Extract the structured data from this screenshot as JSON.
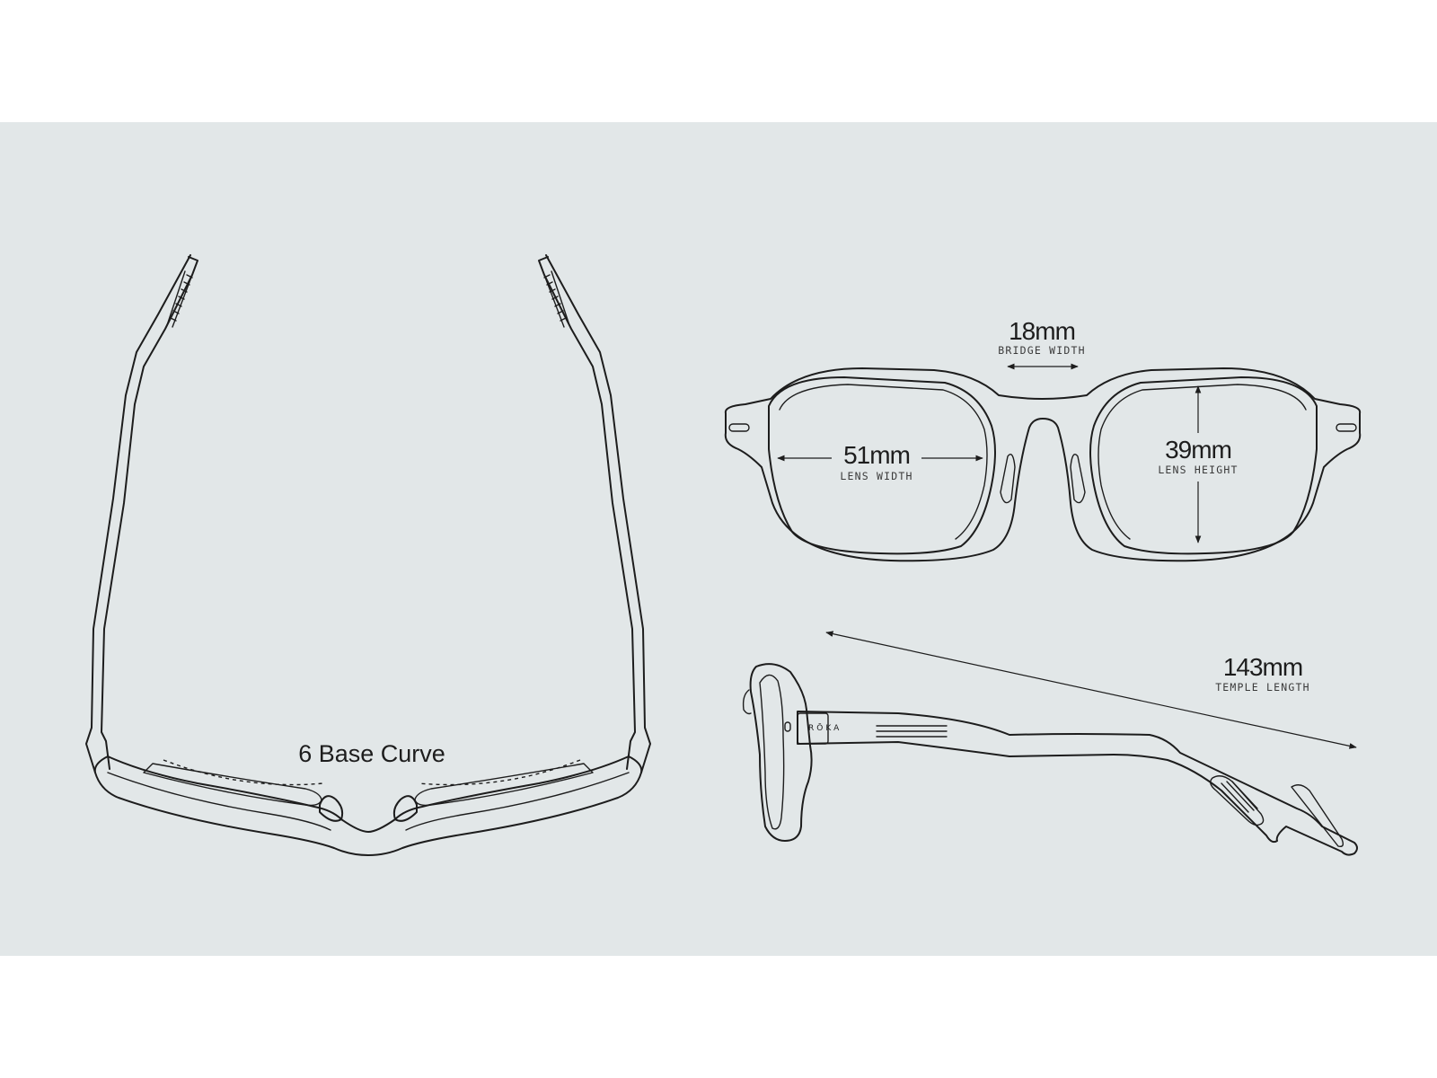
{
  "colors": {
    "panel_background": "#e2e7e8",
    "page_background": "#ffffff",
    "line": "#1d1d1d"
  },
  "top_view": {
    "curve_label": "6 Base Curve"
  },
  "front_view": {
    "bridge": {
      "value": "18mm",
      "label": "BRIDGE WIDTH"
    },
    "lens_width": {
      "value": "51mm",
      "label": "LENS WIDTH"
    },
    "lens_height": {
      "value": "39mm",
      "label": "LENS HEIGHT"
    }
  },
  "side_view": {
    "temple": {
      "value": "143mm",
      "label": "TEMPLE LENGTH"
    },
    "brand": "RŌKA"
  }
}
